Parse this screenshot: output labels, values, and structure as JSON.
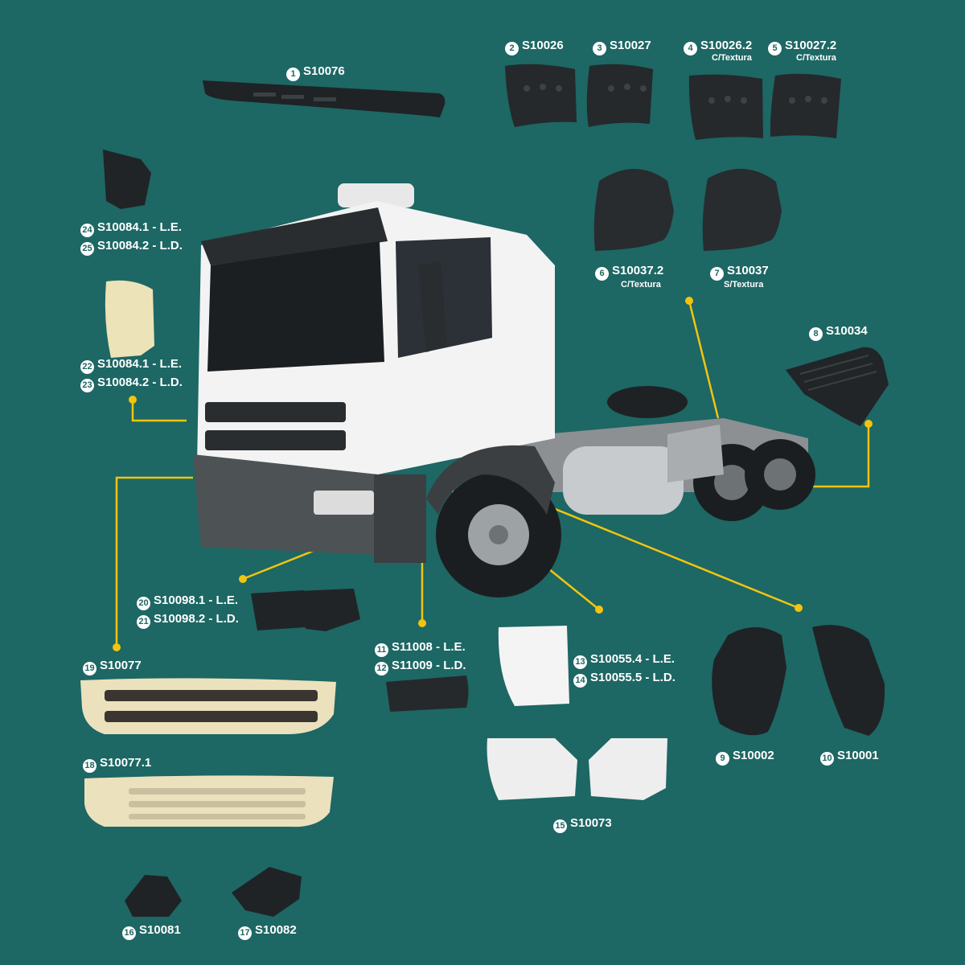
{
  "colors": {
    "background": "#1d6764",
    "leader": "#f2c40f",
    "label": "#ffffff"
  },
  "parts": [
    {
      "n": "1",
      "code": "S10076",
      "sub": ""
    },
    {
      "n": "2",
      "code": "S10026",
      "sub": ""
    },
    {
      "n": "3",
      "code": "S10027",
      "sub": ""
    },
    {
      "n": "4",
      "code": "S10026.2",
      "sub": "C/Textura"
    },
    {
      "n": "5",
      "code": "S10027.2",
      "sub": "C/Textura"
    },
    {
      "n": "6",
      "code": "S10037.2",
      "sub": "C/Textura"
    },
    {
      "n": "7",
      "code": "S10037",
      "sub": "S/Textura"
    },
    {
      "n": "8",
      "code": "S10034",
      "sub": ""
    },
    {
      "n": "9",
      "code": "S10002",
      "sub": ""
    },
    {
      "n": "10",
      "code": "S10001",
      "sub": ""
    },
    {
      "n": "11",
      "code": "S11008 - L.E.",
      "sub": ""
    },
    {
      "n": "12",
      "code": "S11009 - L.D.",
      "sub": ""
    },
    {
      "n": "13",
      "code": "S10055.4 - L.E.",
      "sub": ""
    },
    {
      "n": "14",
      "code": "S10055.5 - L.D.",
      "sub": ""
    },
    {
      "n": "15",
      "code": "S10073",
      "sub": ""
    },
    {
      "n": "16",
      "code": "S10081",
      "sub": ""
    },
    {
      "n": "17",
      "code": "S10082",
      "sub": ""
    },
    {
      "n": "18",
      "code": "S10077.1",
      "sub": ""
    },
    {
      "n": "19",
      "code": "S10077",
      "sub": ""
    },
    {
      "n": "20",
      "code": "S10098.1 - L.E.",
      "sub": ""
    },
    {
      "n": "21",
      "code": "S10098.2 - L.D.",
      "sub": ""
    },
    {
      "n": "22",
      "code": "S10084.1 - L.E.",
      "sub": ""
    },
    {
      "n": "23",
      "code": "S10084.2 - L.D.",
      "sub": ""
    },
    {
      "n": "24",
      "code": "S10084.1 - L.E.",
      "sub": ""
    },
    {
      "n": "25",
      "code": "S10084.2 - L.D.",
      "sub": ""
    }
  ]
}
